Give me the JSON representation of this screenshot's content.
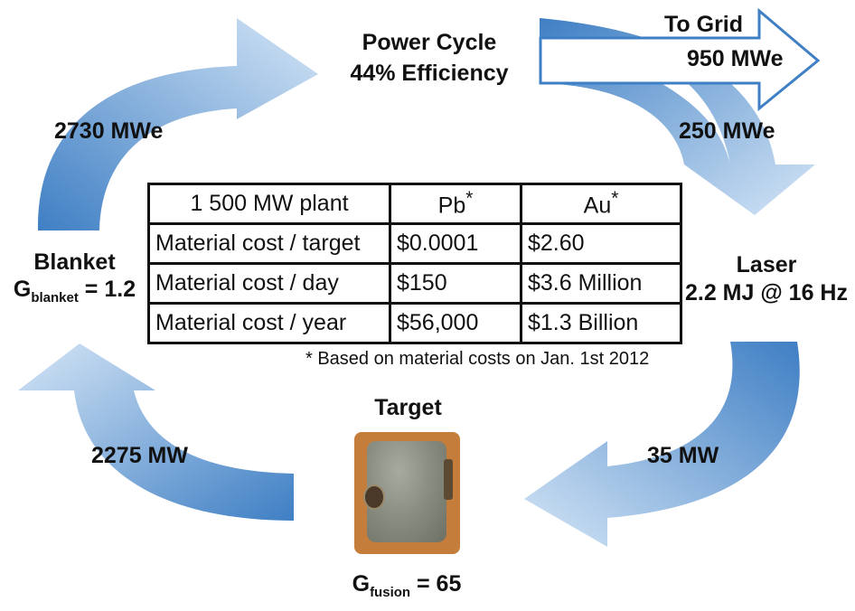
{
  "power_cycle": {
    "title": "Power Cycle",
    "efficiency": "44% Efficiency"
  },
  "to_grid": {
    "label": "To Grid",
    "value": "950 MWe"
  },
  "flows": {
    "blanket_to_power": "2730 MWe",
    "power_to_laser": "250 MWe",
    "laser_to_target": "35 MW",
    "target_to_blanket": "2275 MW"
  },
  "blanket": {
    "title": "Blanket",
    "gain_symbol": "G",
    "gain_subscript": "blanket",
    "gain_value": "= 1.2"
  },
  "laser": {
    "title": "Laser",
    "spec": "2.2 MJ @ 16 Hz"
  },
  "target": {
    "title": "Target",
    "gain_symbol": "G",
    "gain_subscript": "fusion",
    "gain_value": "= 65"
  },
  "cost_table": {
    "header": [
      "1 500 MW plant",
      "Pb",
      "Au"
    ],
    "header_marks": [
      "",
      "*",
      "*"
    ],
    "rows": [
      [
        "Material cost / target",
        "$0.0001",
        "$2.60"
      ],
      [
        "Material cost / day",
        "$150",
        "$3.6 Million"
      ],
      [
        "Material cost / year",
        "$56,000",
        "$1.3 Billion"
      ]
    ],
    "footnote": "* Based on material costs on Jan. 1st 2012"
  },
  "colors": {
    "arrow_dark": "#3f7fc4",
    "arrow_light": "#d4e5f6",
    "grid_arrow_border": "#3f7fc4",
    "target_frame": "#c47d3a"
  }
}
